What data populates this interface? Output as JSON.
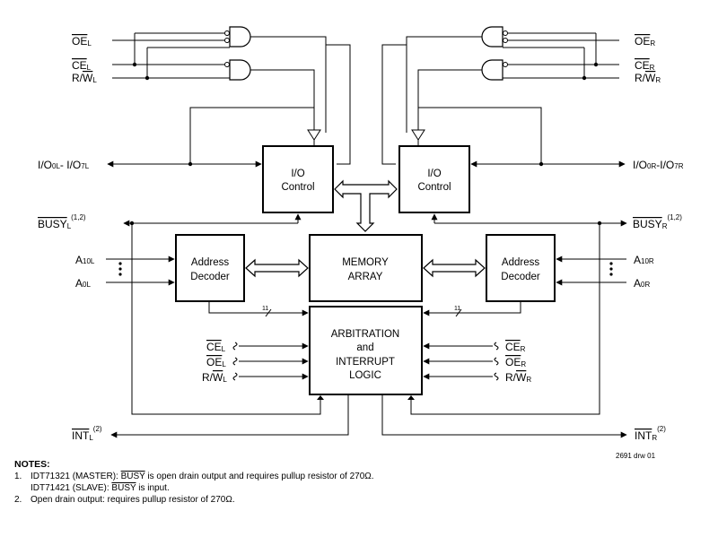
{
  "left_signals": {
    "oe": {
      "main": "OE",
      "sub": "L"
    },
    "ce": {
      "main": "CE",
      "sub": "L"
    },
    "rw": {
      "r": "R/",
      "w": "W",
      "sub": "L"
    },
    "io": {
      "a": "I/O",
      "a_sub": "0L",
      "b": "- I/O",
      "b_sub": "7L"
    },
    "busy": {
      "main": "BUSY",
      "sub": "L",
      "sup": "(1,2)"
    },
    "a10": {
      "main": "A",
      "sub": "10L"
    },
    "a0": {
      "main": "A",
      "sub": "0L"
    },
    "ce2": {
      "main": "CE",
      "sub": "L"
    },
    "oe2": {
      "main": "OE",
      "sub": "L"
    },
    "rw2": {
      "r": "R/",
      "w": "W",
      "sub": "L"
    },
    "int": {
      "main": "INT",
      "sub": "L",
      "sup": "(2)"
    }
  },
  "right_signals": {
    "oe": {
      "main": "OE",
      "sub": "R"
    },
    "ce": {
      "main": "CE",
      "sub": "R"
    },
    "rw": {
      "r": "R/",
      "w": "W",
      "sub": "R"
    },
    "io": {
      "a": "I/O",
      "a_sub": "0R",
      "b": "-I/O",
      "b_sub": "7R"
    },
    "busy": {
      "main": "BUSY",
      "sub": "R",
      "sup": "(1,2)"
    },
    "a10": {
      "main": "A",
      "sub": "10R"
    },
    "a0": {
      "main": "A",
      "sub": "0R"
    },
    "ce2": {
      "main": "CE",
      "sub": "R"
    },
    "oe2": {
      "main": "OE",
      "sub": "R"
    },
    "rw2": {
      "r": "R/",
      "w": "W",
      "sub": "R"
    },
    "int": {
      "main": "INT",
      "sub": "R",
      "sup": "(2)"
    }
  },
  "blocks": {
    "io_control_left": [
      "I/O",
      "Control"
    ],
    "io_control_right": [
      "I/O",
      "Control"
    ],
    "memory_array": [
      "MEMORY",
      "ARRAY"
    ],
    "address_decoder_left": [
      "Address",
      "Decoder"
    ],
    "address_decoder_right": [
      "Address",
      "Decoder"
    ],
    "arbitration": [
      "ARBITRATION",
      "and",
      "INTERRUPT",
      "LOGIC"
    ]
  },
  "bus_width_left": "11",
  "bus_width_right": "11",
  "drawing_ref": "2691 drw 01",
  "notes": {
    "title": "NOTES:",
    "items": [
      {
        "num": "1.",
        "l1_a": "IDT71321 (MASTER): ",
        "l1_ov": "BUSY",
        "l1_b": " is open drain output and requires pullup resistor of 270Ω.",
        "l2_a": "IDT71421 (SLAVE): ",
        "l2_ov": "BUSY",
        "l2_b": " is input."
      },
      {
        "num": "2.",
        "text": "Open drain output: requires pullup resistor of 270Ω."
      }
    ]
  }
}
